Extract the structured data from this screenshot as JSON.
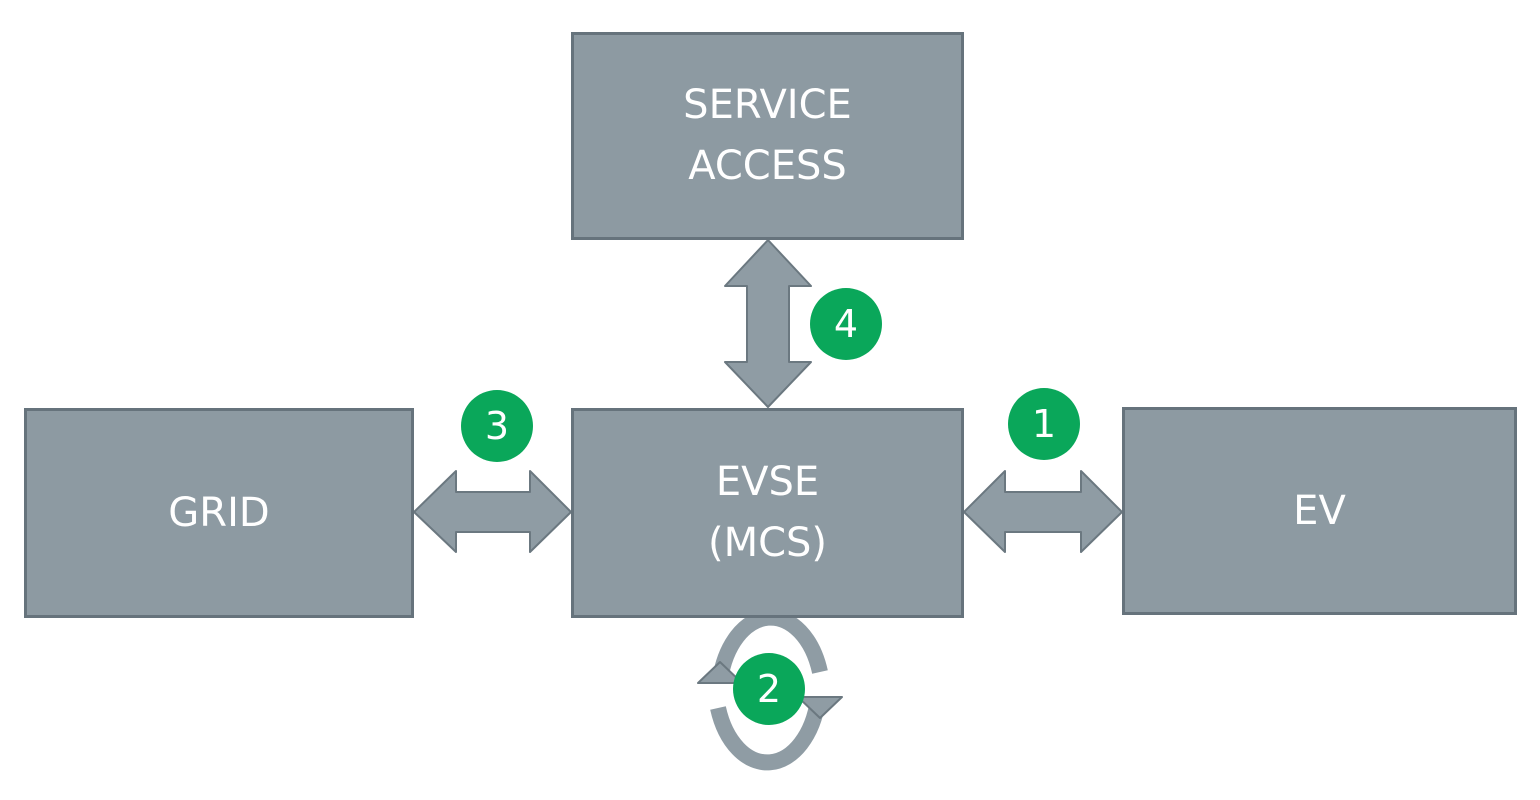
{
  "colors": {
    "block_fill": "#8d9aa2",
    "arrow_fill": "#8f9ca4",
    "badge_fill": "#0aa75a",
    "text": "#ffffff"
  },
  "blocks": {
    "service_access": {
      "lines": [
        "SERVICE",
        "ACCESS"
      ]
    },
    "grid": {
      "lines": [
        "GRID"
      ]
    },
    "evse": {
      "lines": [
        "EVSE",
        "(MCS)"
      ]
    },
    "ev": {
      "lines": [
        "EV"
      ]
    }
  },
  "badges": {
    "evse_ev": "1",
    "evse_internal": "2",
    "grid_evse": "3",
    "service_evse": "4"
  }
}
